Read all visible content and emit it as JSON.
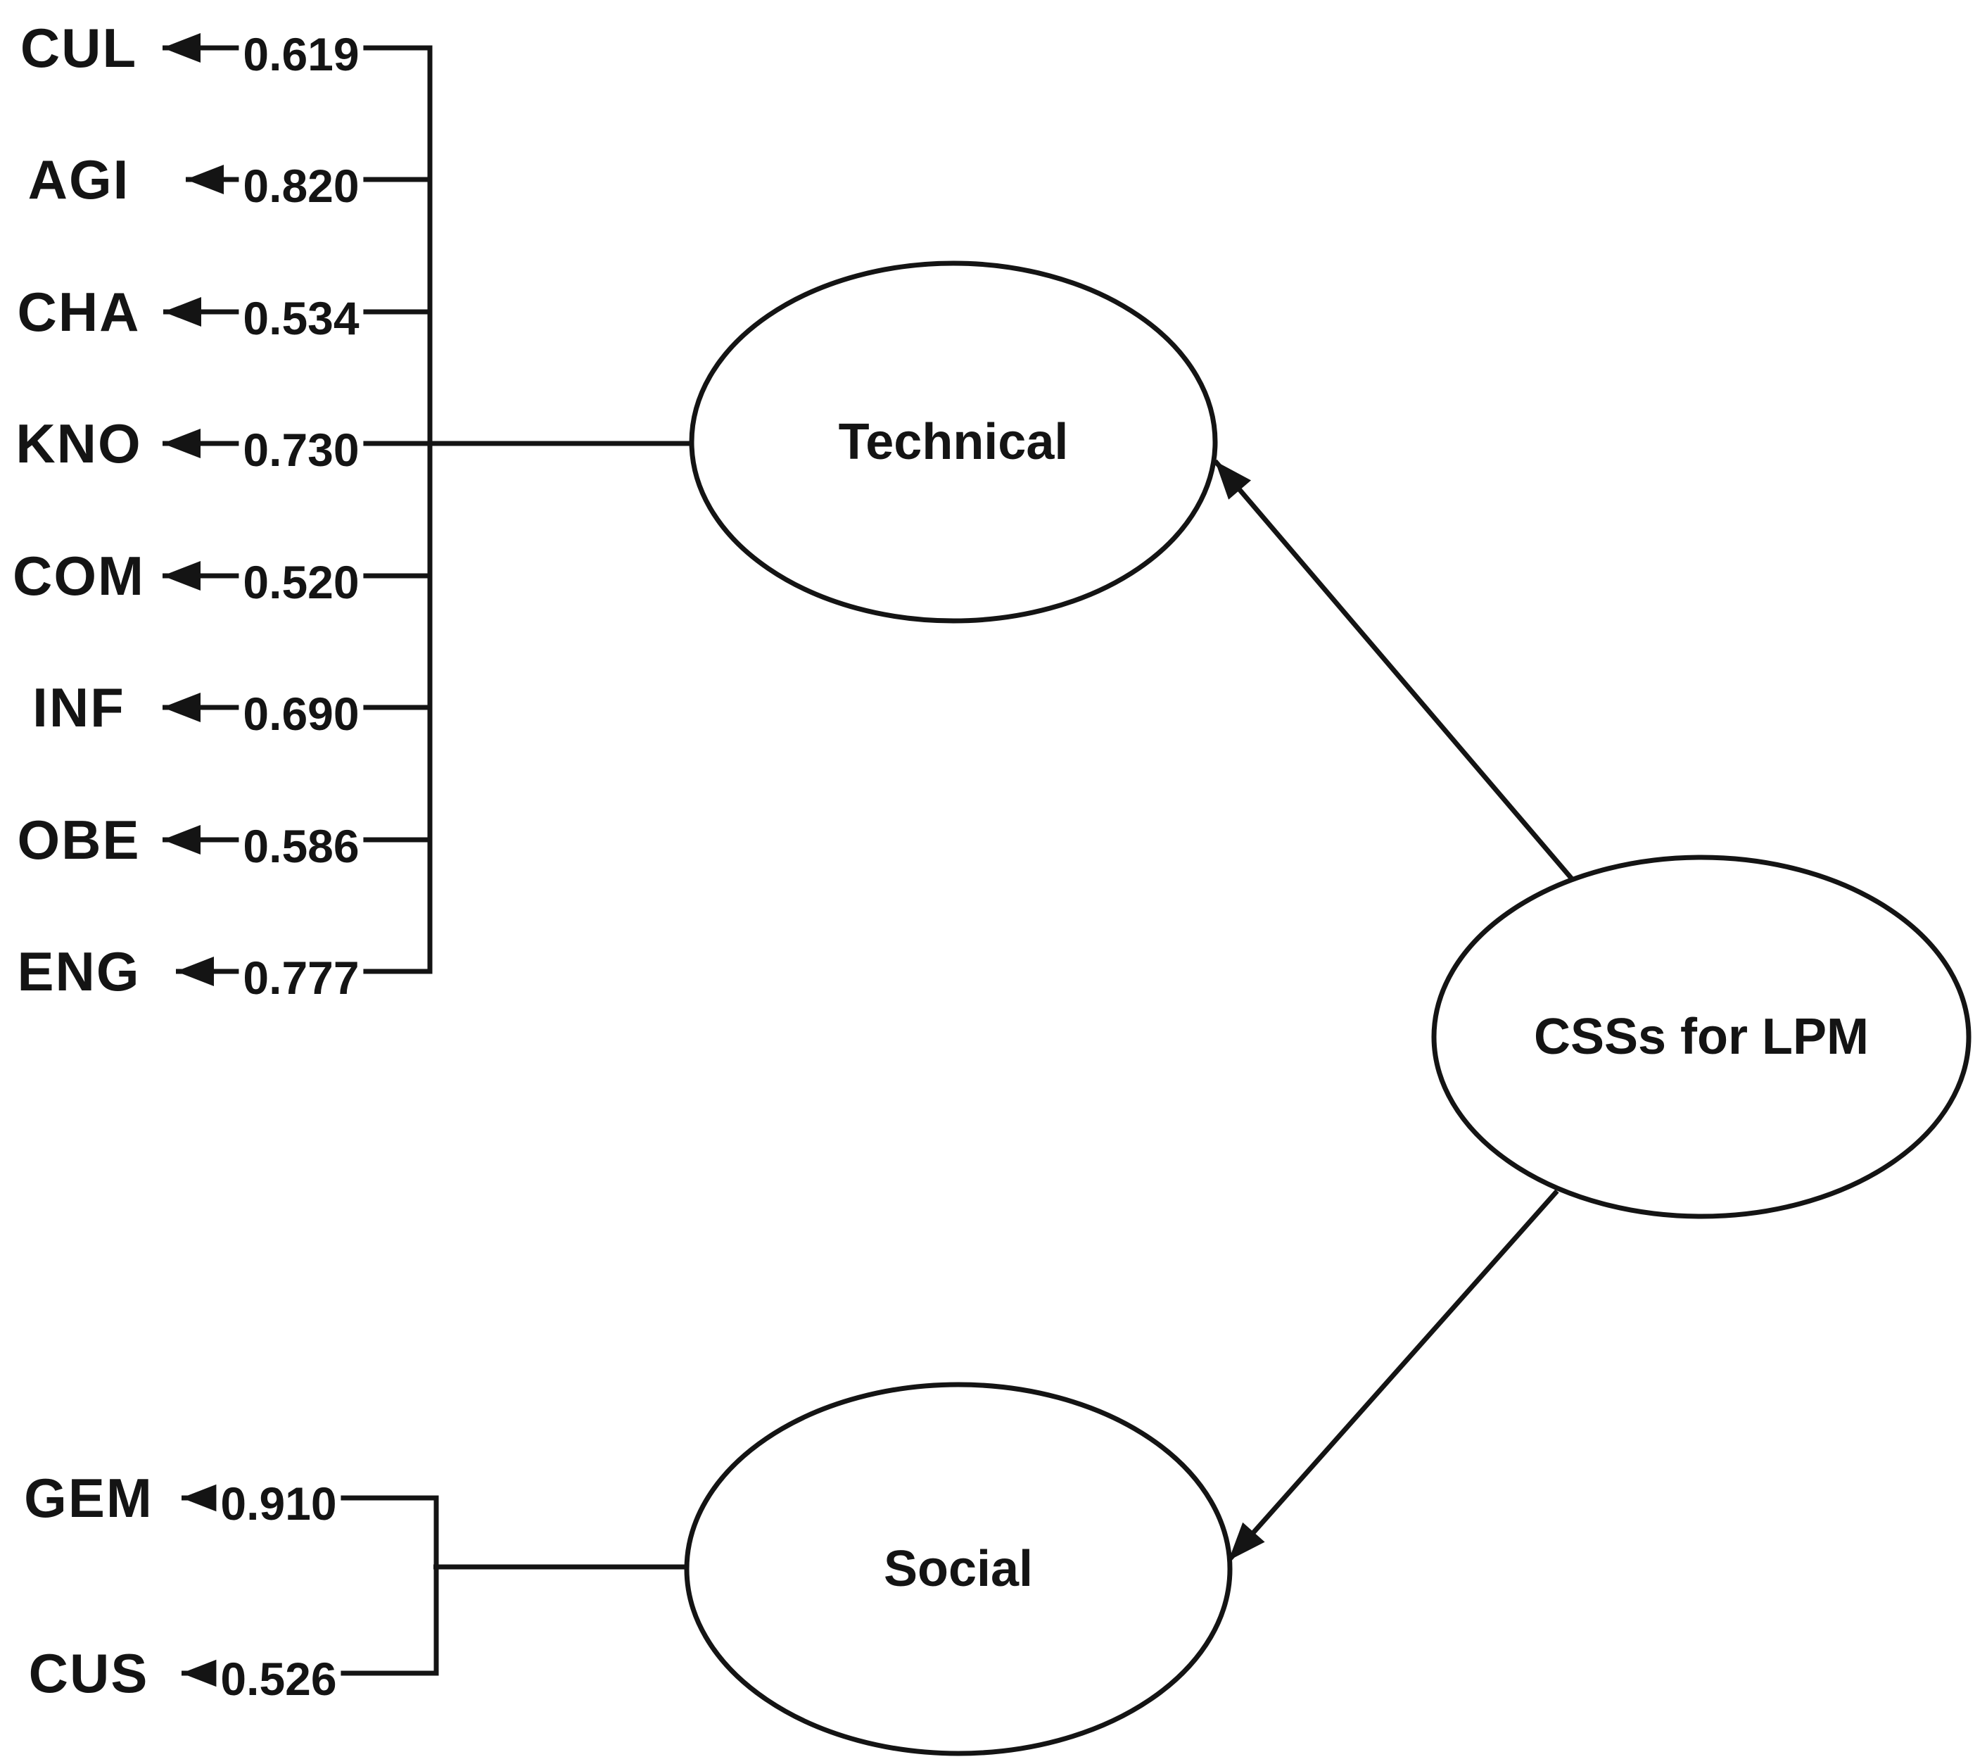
{
  "figure": {
    "kind": "structural-equation-model-path-diagram",
    "background": "#ffffff",
    "ink": "#141414"
  },
  "latents": {
    "central": {
      "label": "CSSs for LPM"
    },
    "technical": {
      "label": "Technical"
    },
    "social": {
      "label": "Social"
    }
  },
  "paths": [
    {
      "from": "CSSs for LPM",
      "to": "Technical"
    },
    {
      "from": "CSSs for LPM",
      "to": "Social"
    }
  ],
  "technical_indicators": [
    {
      "label": "CUL",
      "loading": "0.619"
    },
    {
      "label": "AGI",
      "loading": "0.820"
    },
    {
      "label": "CHA",
      "loading": "0.534"
    },
    {
      "label": "KNO",
      "loading": "0.730"
    },
    {
      "label": "COM",
      "loading": "0.520"
    },
    {
      "label": "INF",
      "loading": "0.690"
    },
    {
      "label": "OBE",
      "loading": "0.586"
    },
    {
      "label": "ENG",
      "loading": "0.777"
    }
  ],
  "social_indicators": [
    {
      "label": "GEM",
      "loading": "0.910"
    },
    {
      "label": "CUS",
      "loading": "0.526"
    }
  ]
}
